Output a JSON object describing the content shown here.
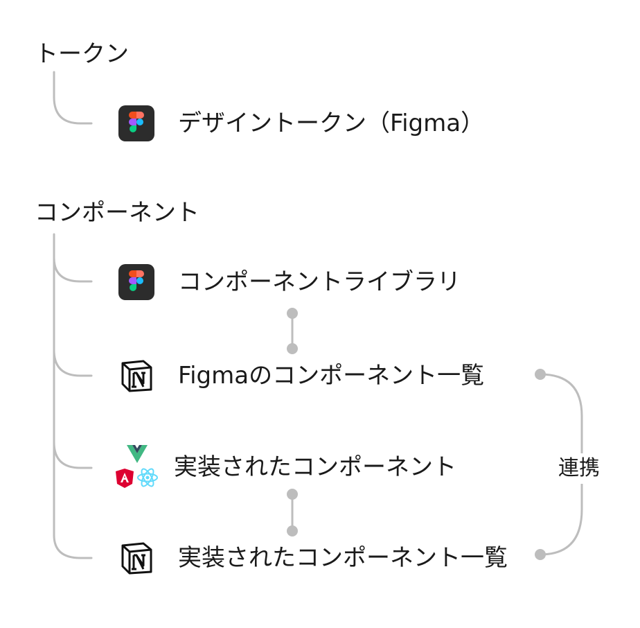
{
  "groups": [
    {
      "heading": "トークン",
      "items": [
        {
          "icon": "figma-icon",
          "label": "デザイントークン（Figma）"
        }
      ]
    },
    {
      "heading": "コンポーネント",
      "items": [
        {
          "icon": "figma-icon",
          "label": "コンポーネントライブラリ"
        },
        {
          "icon": "notion-icon",
          "label": "Figmaのコンポーネント一覧"
        },
        {
          "icon": "framework-icons",
          "label": "実装されたコンポーネント"
        },
        {
          "icon": "notion-icon",
          "label": "実装されたコンポーネント一覧"
        }
      ]
    }
  ],
  "link_label": "連携",
  "colors": {
    "text": "#1a1a1a",
    "line": "#bdbdbd",
    "figma_bg": "#2c2c2c",
    "figma_red": "#f24e1e",
    "figma_orange": "#ff7262",
    "figma_purple": "#a259ff",
    "figma_blue": "#1abcfe",
    "figma_green": "#0acf83",
    "vue_green": "#41b883",
    "vue_dark": "#34495e",
    "angular_red": "#dd0031",
    "react_blue": "#61dafb"
  }
}
